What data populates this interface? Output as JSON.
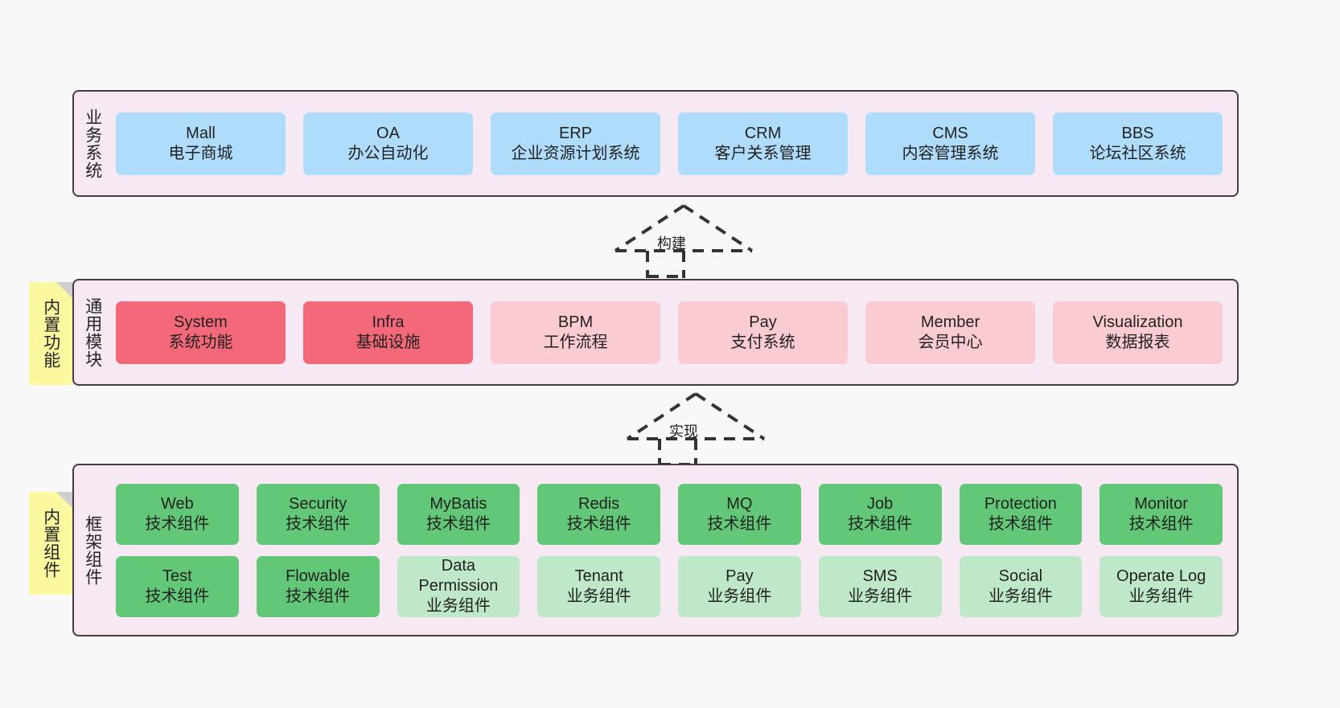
{
  "diagram": {
    "title": "",
    "colors": {
      "panel_bg": "#f7e9f4",
      "panel_border": "#4a3a45",
      "blue": "#b0dcfb",
      "red": "#f4697a",
      "pink": "#fbcbd3",
      "green": "#62c878",
      "light_green": "#bfe8c8",
      "note_yellow": "#fbf8a0",
      "canvas_bg": "#f8f8f8"
    }
  },
  "business_layer": {
    "label": "业务系统",
    "items": [
      {
        "en": "Mall",
        "cn": "电子商城",
        "color": "c-blue"
      },
      {
        "en": "OA",
        "cn": "办公自动化",
        "color": "c-blue"
      },
      {
        "en": "ERP",
        "cn": "企业资源计划系统",
        "color": "c-blue"
      },
      {
        "en": "CRM",
        "cn": "客户关系管理",
        "color": "c-blue"
      },
      {
        "en": "CMS",
        "cn": "内容管理系统",
        "color": "c-blue"
      },
      {
        "en": "BBS",
        "cn": "论坛社区系统",
        "color": "c-blue"
      }
    ]
  },
  "connector_build": {
    "label": "构建"
  },
  "common_layer": {
    "note": "内置功能",
    "label": "通用模块",
    "items": [
      {
        "en": "System",
        "cn": "系统功能",
        "color": "c-red"
      },
      {
        "en": "Infra",
        "cn": "基础设施",
        "color": "c-red"
      },
      {
        "en": "BPM",
        "cn": "工作流程",
        "color": "c-pink"
      },
      {
        "en": "Pay",
        "cn": "支付系统",
        "color": "c-pink"
      },
      {
        "en": "Member",
        "cn": "会员中心",
        "color": "c-pink"
      },
      {
        "en": "Visualization",
        "cn": "数据报表",
        "color": "c-pink"
      }
    ]
  },
  "connector_impl": {
    "label": "实现"
  },
  "framework_layer": {
    "note": "内置组件",
    "label": "框架组件",
    "row1": [
      {
        "en": "Web",
        "cn": "技术组件",
        "color": "c-green"
      },
      {
        "en": "Security",
        "cn": "技术组件",
        "color": "c-green"
      },
      {
        "en": "MyBatis",
        "cn": "技术组件",
        "color": "c-green"
      },
      {
        "en": "Redis",
        "cn": "技术组件",
        "color": "c-green"
      },
      {
        "en": "MQ",
        "cn": "技术组件",
        "color": "c-green"
      },
      {
        "en": "Job",
        "cn": "技术组件",
        "color": "c-green"
      },
      {
        "en": "Protection",
        "cn": "技术组件",
        "color": "c-green"
      },
      {
        "en": "Monitor",
        "cn": "技术组件",
        "color": "c-green"
      }
    ],
    "row2": [
      {
        "en": "Test",
        "cn": "技术组件",
        "color": "c-green"
      },
      {
        "en": "Flowable",
        "cn": "技术组件",
        "color": "c-green"
      },
      {
        "en": "Data Permission",
        "cn": "业务组件",
        "color": "c-lightgreen",
        "wrap": true
      },
      {
        "en": "Tenant",
        "cn": "业务组件",
        "color": "c-lightgreen"
      },
      {
        "en": "Pay",
        "cn": "业务组件",
        "color": "c-lightgreen"
      },
      {
        "en": "SMS",
        "cn": "业务组件",
        "color": "c-lightgreen"
      },
      {
        "en": "Social",
        "cn": "业务组件",
        "color": "c-lightgreen"
      },
      {
        "en": "Operate Log",
        "cn": "业务组件",
        "color": "c-lightgreen"
      }
    ]
  }
}
